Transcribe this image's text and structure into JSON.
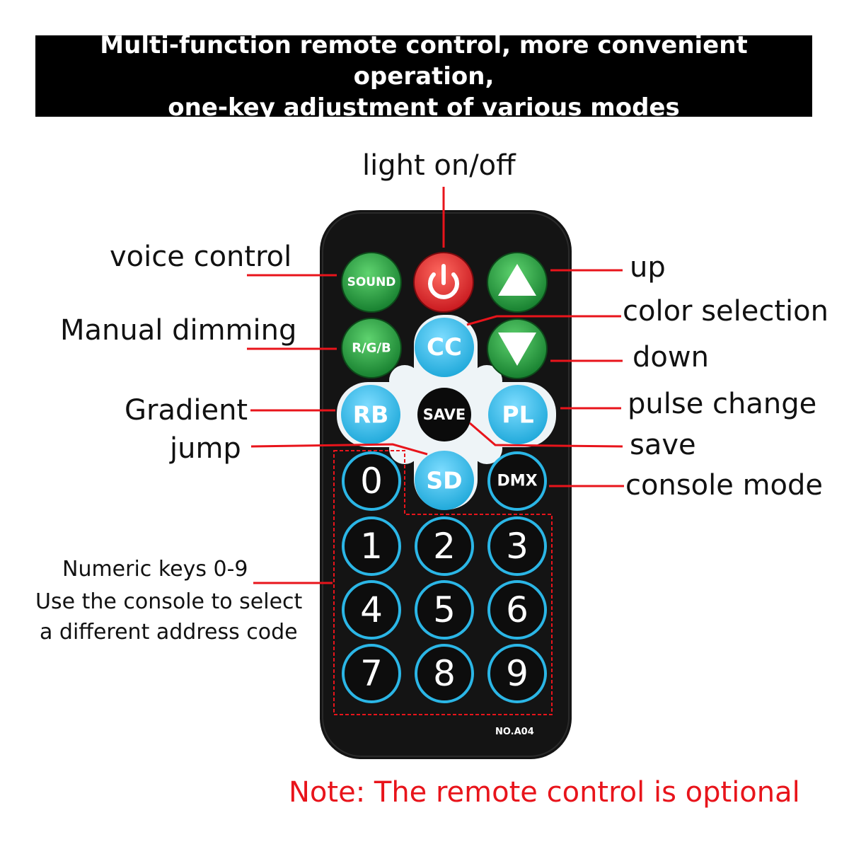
{
  "banner": {
    "line1": "Multi-function remote control, more convenient operation,",
    "line2": "one-key adjustment of various modes"
  },
  "labels": {
    "light_onoff": "light on/off",
    "voice_control": "voice control",
    "manual_dimming": "Manual dimming",
    "gradient": "Gradient",
    "jump": "jump",
    "numeric_1": "Numeric keys 0-9",
    "numeric_2": "Use the console to select",
    "numeric_3": "a different address code",
    "up": "up",
    "color_selection": "color selection",
    "down": "down",
    "pulse_change": "pulse change",
    "save": "save",
    "console_mode": "console mode"
  },
  "remote": {
    "keys": {
      "sound": "SOUND",
      "rgb": "R/G/B",
      "cc": "CC",
      "rb": "RB",
      "save": "SAVE",
      "pl": "PL",
      "sd": "SD",
      "dmx": "DMX"
    },
    "digits": [
      "0",
      "1",
      "2",
      "3",
      "4",
      "5",
      "6",
      "7",
      "8",
      "9"
    ],
    "model": "NO.A04",
    "icons": {
      "power": "power-icon",
      "up": "triangle-up-icon",
      "down": "triangle-down-icon"
    }
  },
  "note": "Note: The remote control is optional",
  "colors": {
    "green_key": "#1f9b3c",
    "red_key": "#e0262b",
    "cyan_key": "#27b8e8",
    "digit_ring": "#2bb6e6",
    "pointer": "#e8141b",
    "body": "#111111"
  }
}
